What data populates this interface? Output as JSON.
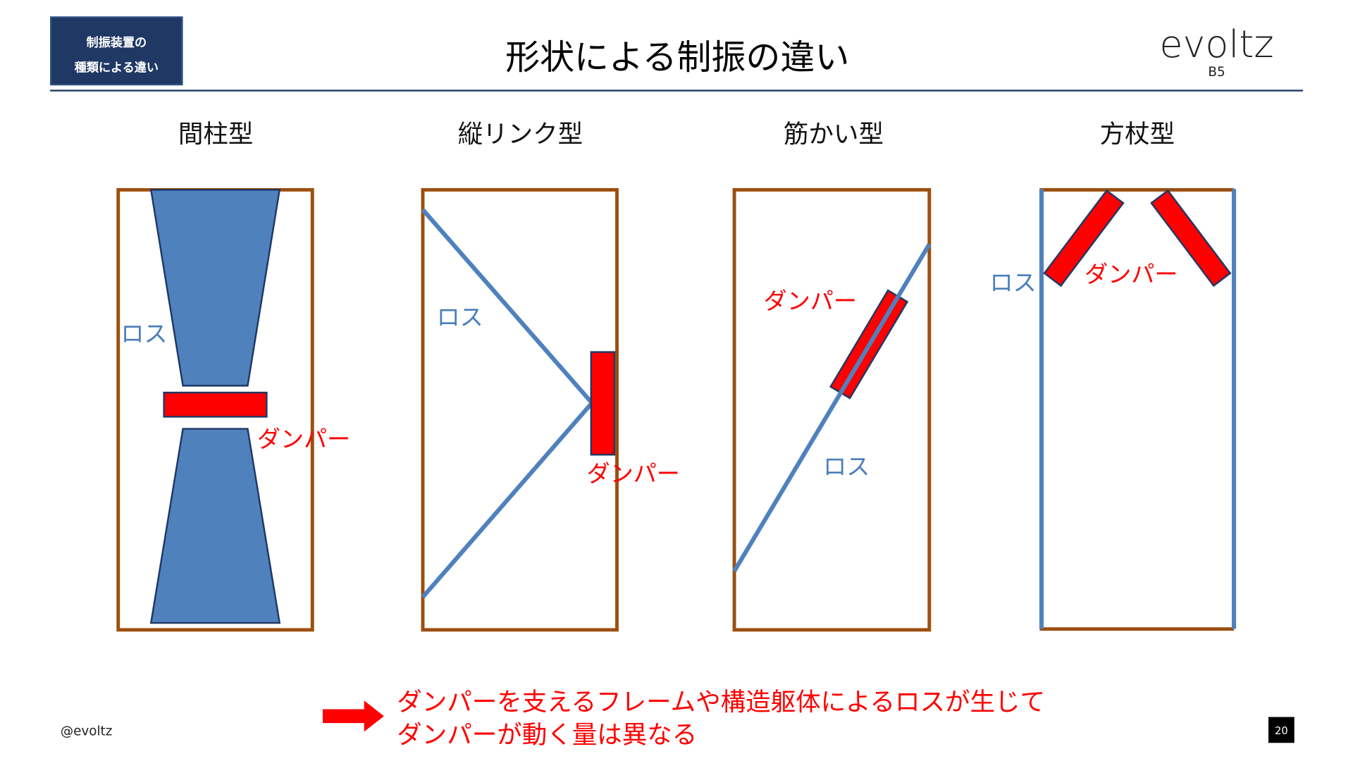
{
  "header_badge": {
    "line1": "制振装置の",
    "line2": "種類による違い"
  },
  "title": "形状による制振の違い",
  "logo": {
    "text": "evoltz",
    "sub": "B5"
  },
  "columns": [
    {
      "title": "間柱型",
      "loss": "ロス",
      "damper": "ダンパー"
    },
    {
      "title": "縦リンク型",
      "loss": "ロス",
      "damper": "ダンパー"
    },
    {
      "title": "筋かい型",
      "loss": "ロス",
      "damper": "ダンパー"
    },
    {
      "title": "方杖型",
      "loss": "ロス",
      "damper": "ダンパー"
    }
  ],
  "conclusion": {
    "line1": "ダンパーを支えるフレームや構造躯体によるロスが生じて",
    "line2": "ダンパーが動く量は異なる"
  },
  "footer": {
    "handle": "@evoltz",
    "page": "20"
  },
  "colors": {
    "frame": "#9C4F0E",
    "member": "#4F81BD",
    "damper": "#FF0000",
    "navy": "#1F3864"
  }
}
